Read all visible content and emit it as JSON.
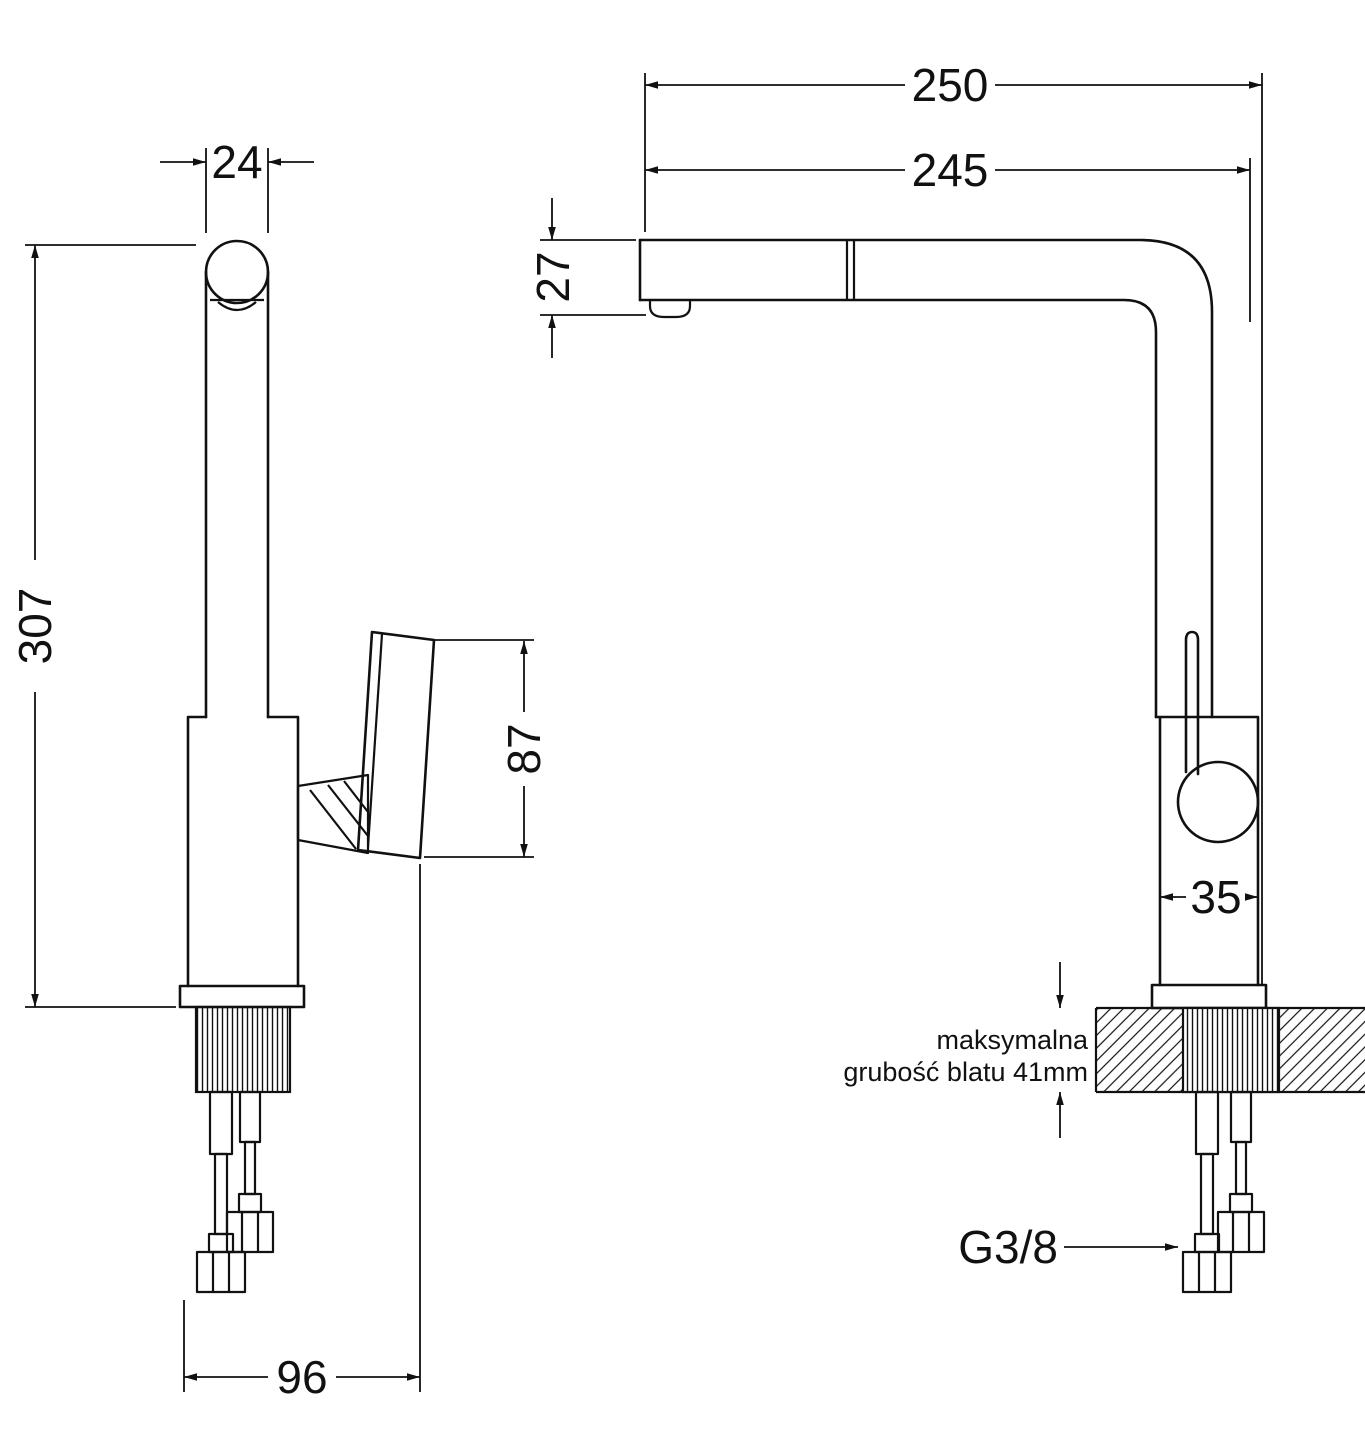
{
  "drawing": {
    "line_color": "#111111",
    "background": "#ffffff",
    "dimensions": {
      "spout_tube_diameter": "24",
      "total_height": "307",
      "base_depth": "96",
      "handle_length": "87",
      "reach_overall": "250",
      "reach_spout": "245",
      "spout_outlet_height": "27",
      "body_diameter": "35",
      "thread_size": "G3/8"
    },
    "notes": {
      "counter_line1": "maksymalna",
      "counter_line2": "grubość blatu 41mm"
    }
  }
}
